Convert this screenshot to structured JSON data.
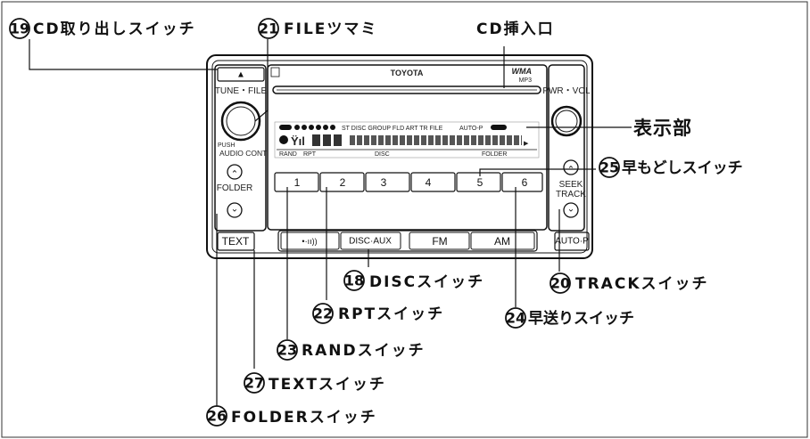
{
  "callouts": {
    "c19": {
      "num": "19",
      "text": "CD取り出しスイッチ"
    },
    "c21": {
      "num": "21",
      "text": "FILEツマミ"
    },
    "cd_slot": {
      "text": "CD挿入口"
    },
    "display": {
      "text": "表示部"
    },
    "c25": {
      "num": "25",
      "text": "早もどしスイッチ"
    },
    "c18": {
      "num": "18",
      "text": "DISCスイッチ"
    },
    "c20": {
      "num": "20",
      "text": "TRACKスイッチ"
    },
    "c22": {
      "num": "22",
      "text": "RPTスイッチ"
    },
    "c24": {
      "num": "24",
      "text": "早送りスイッチ"
    },
    "c23": {
      "num": "23",
      "text": "RANDスイッチ"
    },
    "c27": {
      "num": "27",
      "text": "TEXTスイッチ"
    },
    "c26": {
      "num": "26",
      "text": "FOLDERスイッチ"
    }
  },
  "unit": {
    "brand": "TOYOTA",
    "wma_label": "WMA",
    "mp3_label": "MP3",
    "eject_symbol": "▲",
    "tune_file_label": "TUNE・FILE",
    "push_label": "PUSH",
    "audio_cont_label": "AUDIO CONT",
    "pwr_vol_label": "PWR・VOL",
    "folder_label": "FOLDER",
    "seek_label": "SEEK",
    "track_label": "TRACK",
    "up_symbol": "⌃",
    "down_symbol": "⌄",
    "display_top_line": "ST DISC GROUP FLD ART TR FILE",
    "display_autop": "AUTO-P",
    "display_rand": "RAND",
    "display_rpt": "RPT",
    "display_disc": "DISC",
    "display_folder": "FOLDER",
    "presets": [
      "1",
      "2",
      "3",
      "4",
      "5",
      "6"
    ],
    "text_button": "TEXT",
    "scan_button": "•·ıı))",
    "disc_aux_button": "DISC·AUX",
    "fm_button": "FM",
    "am_button": "AM",
    "autop_button": "AUTO·P"
  }
}
